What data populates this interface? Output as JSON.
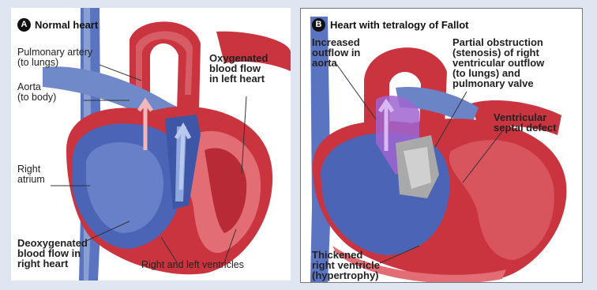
{
  "colors": {
    "background": "#dfe5f1",
    "red_heart": "#c9343f",
    "red_light": "#e07a80",
    "blue_heart": "#4c64b5",
    "blue_light": "#9cb2dc",
    "purple_mix": "#a064d0"
  },
  "panel_a": {
    "badge": "A",
    "title": "Normal heart",
    "labels": {
      "pulmonary_artery": "Pulmonary artery\n(to lungs)",
      "aorta": "Aorta\n(to body)",
      "oxygenated": "Oxygenated\nblood flow\nin left heart",
      "right_atrium": "Right\natrium",
      "deoxygenated": "Deoxygenated\nblood flow in\nright heart",
      "ventricles": "Right and left ventricles"
    }
  },
  "panel_b": {
    "badge": "B",
    "title": "Heart with tetralogy of Fallot",
    "labels": {
      "increased_outflow": "Increased\noutflow in\naorta",
      "partial_obstruction": "Partial obstruction\n(stenosis) of right\nventricular outflow\n(to lungs) and\npulmonary valve",
      "septal_defect": "Ventricular\nseptal defect",
      "thickened": "Thickened\nright ventricle\n(hypertrophy)"
    }
  }
}
